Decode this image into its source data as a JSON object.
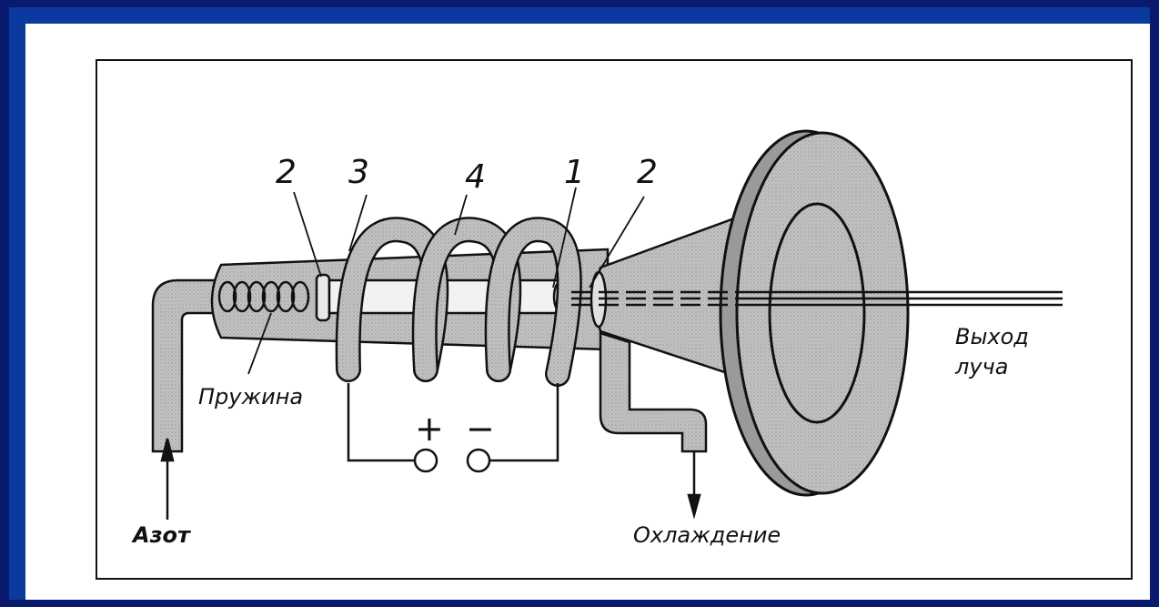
{
  "labels": {
    "n2_left": "2",
    "n3": "3",
    "n4": "4",
    "n1": "1",
    "n2_right": "2",
    "spring": "Пружина",
    "nitrogen": "Азот",
    "cooling": "Охлаждение",
    "beam_line1": "Выход",
    "beam_line2": "луча",
    "plus": "+",
    "minus": "−"
  },
  "colors": {
    "background_blue": "#0a3a9e",
    "paper": "#ffffff",
    "ink": "#111111",
    "shade": "#b8b8b8"
  }
}
